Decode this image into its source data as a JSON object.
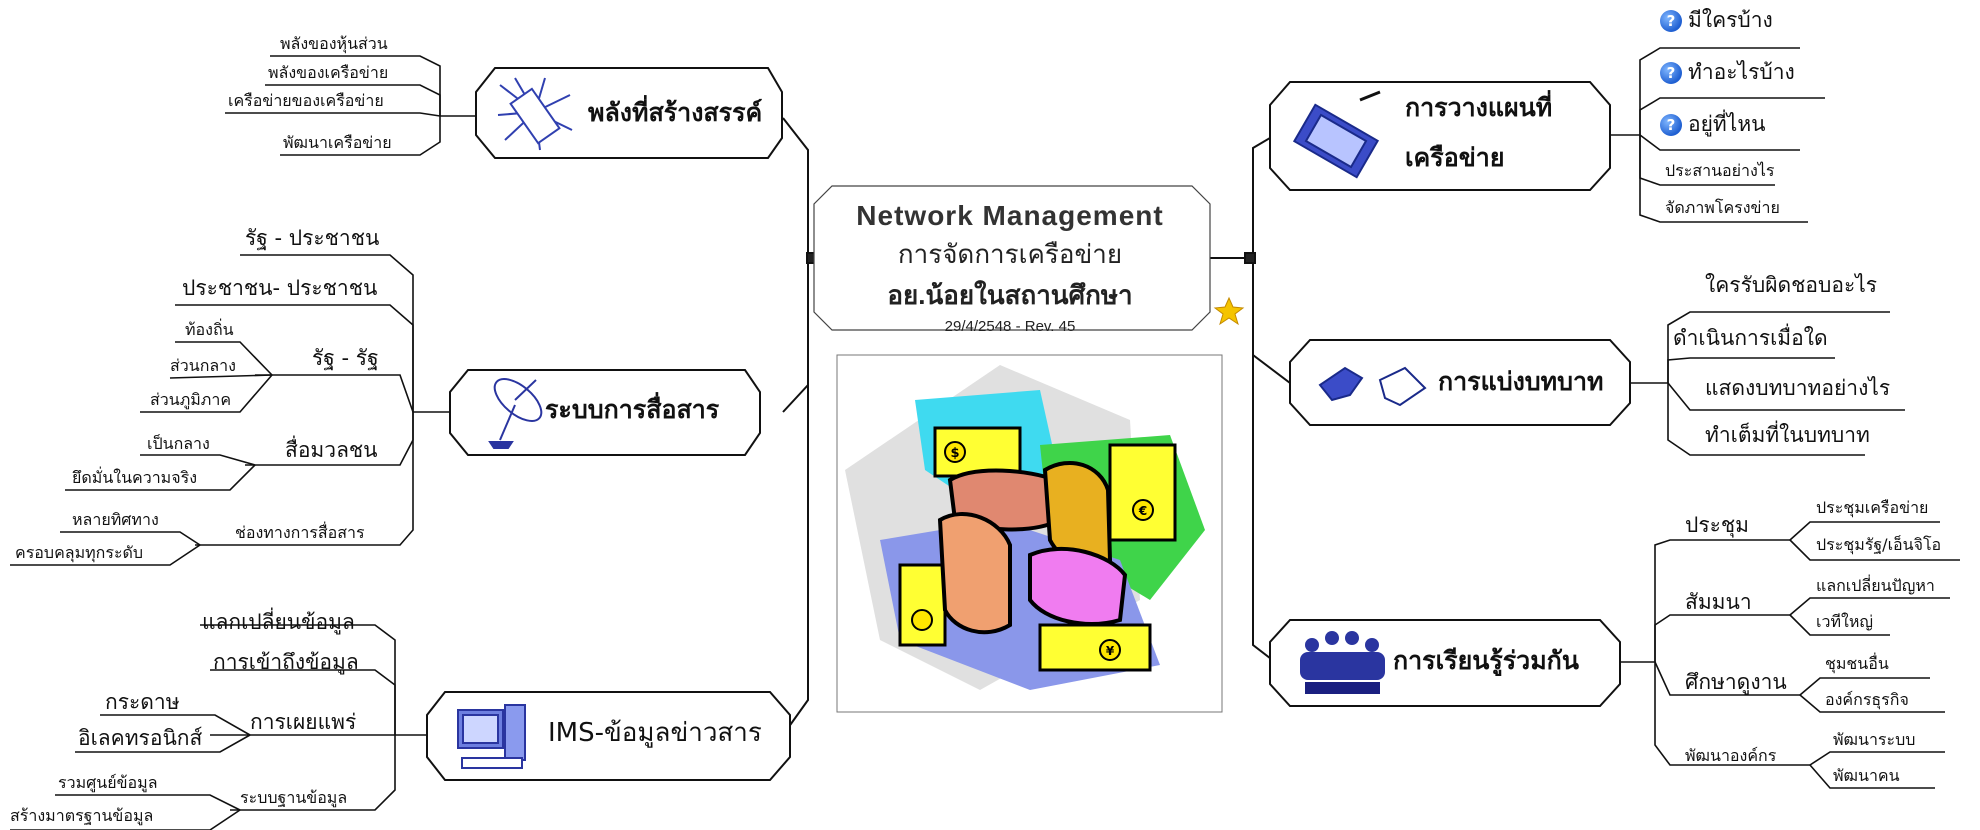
{
  "central": {
    "title_en": "Network  Management",
    "title_th": "การจัดการเครือข่าย",
    "subtitle_th": "อย.น้อยในสถานศึกษา",
    "version": "29/4/2548 - Rev. 45"
  },
  "left": {
    "creative": {
      "title": "พลังที่สร้างสรรค์",
      "items": [
        "พลังของหุ้นส่วน",
        "พลังของเครือข่าย",
        "เครือข่ายของเครือข่าย",
        "พัฒนาเครือข่าย"
      ]
    },
    "comm": {
      "title": "ระบบการสื่อสาร",
      "state_people": "รัฐ - ประชาชน",
      "people_people": "ประชาชน- ประชาชน",
      "state_state": "รัฐ - รัฐ",
      "local": "ท้องถิ่น",
      "central_gov": "ส่วนกลาง",
      "regional": "ส่วนภูมิภาค",
      "mass_media": "สื่อมวลชน",
      "neutral": "เป็นกลาง",
      "truth": "ยึดมั่นในความจริง",
      "channels": "ช่องทางการสื่อสาร",
      "various": "หลายทิศทาง",
      "all_levels": "ครอบคลุมทุกระดับ"
    },
    "ims": {
      "title": "IMS-ข้อมูลข่าวสาร",
      "exchange": "แลกเปลี่ยนข้อมูล",
      "access": "การเข้าถึงข้อมูล",
      "publish": "การเผยแพร่",
      "paper": "กระดาษ",
      "electronic": "อิเลคทรอนิกส์",
      "database": "ระบบฐานข้อมูล",
      "center": "รวมศูนย์ข้อมูล",
      "standard": "สร้างมาตรฐานข้อมูล"
    }
  },
  "right": {
    "plan": {
      "title_line1": "การวางแผนที่",
      "title_line2": "เครือข่าย",
      "q1": "มีใครบ้าง",
      "q2": "ทำอะไรบ้าง",
      "q3": "อยู่ที่ไหน",
      "coord": "ประสานอย่างไร",
      "layout": "จัดภาพโครงข่าย"
    },
    "roles": {
      "title": "การแบ่งบทบาท",
      "items": [
        "ใครรับผิดชอบอะไร",
        "ดำเนินการเมื่อใด",
        "แสดงบทบาทอย่างไร",
        "ทำเต็มที่ในบทบาท"
      ]
    },
    "learn": {
      "title": "การเรียนรู้ร่วมกัน",
      "meeting": "ประชุม",
      "meeting_net": "ประชุมเครือข่าย",
      "meeting_ngo": "ประชุมรัฐ/เอ็นจิโอ",
      "seminar": "สัมมนา",
      "share_problems": "แลกเปลี่ยนปัญหา",
      "big_stage": "เวทีใหญ่",
      "study_visit": "ศึกษาดูงาน",
      "other_comm": "ชุมชนอื่น",
      "business": "องค์กรธุรกิจ",
      "org_dev": "พัฒนาองค์กร",
      "sys_dev": "พัฒนาระบบ",
      "people_dev": "พัฒนาคน"
    }
  },
  "colors": {
    "line": "#111111",
    "boundary": "#444444",
    "accent_star": "#f5c400"
  }
}
